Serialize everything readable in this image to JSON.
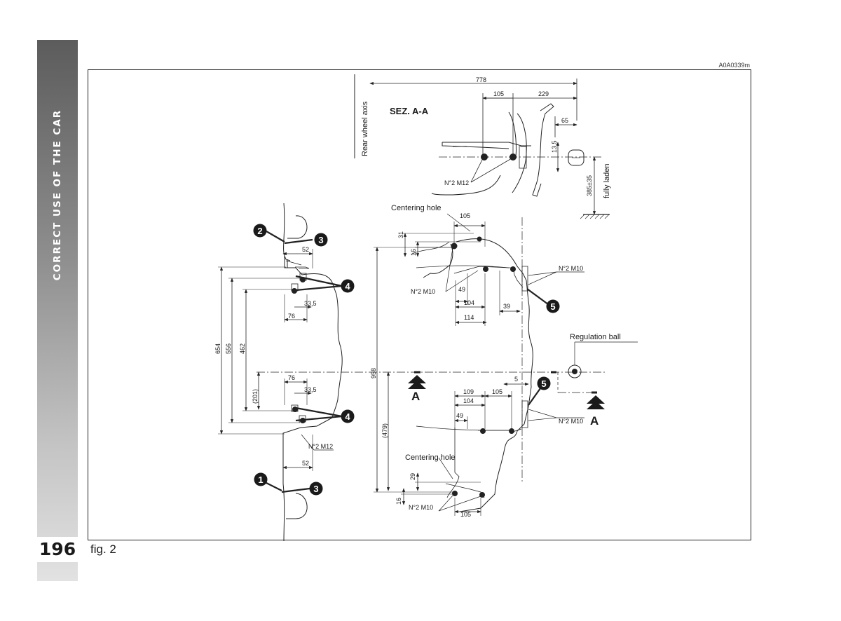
{
  "section_tab": {
    "title": "CORRECT USE OF THE CAR"
  },
  "page": {
    "number": "196"
  },
  "figure": {
    "code": "A0A0339m",
    "caption": "fig. 2",
    "section_title": "SEZ. A-A",
    "axis_label": "Rear wheel axis",
    "load_label": "fully laden",
    "centering_hole_label": "Centering hole",
    "regulation_ball_label": "Regulation ball",
    "section_marker": "A",
    "bolt_labels": {
      "m12": "N°2 M12",
      "m10": "N°2 M10"
    },
    "callouts": [
      "1",
      "2",
      "3",
      "4",
      "5"
    ],
    "dimensions": {
      "sec_778": "778",
      "sec_105": "105",
      "sec_229": "229",
      "sec_65": "65",
      "sec_13_5": "13,5",
      "sec_height": "385±35",
      "left_654": "654",
      "left_556": "556",
      "left_462": "462",
      "left_201": "(201)",
      "left_52": "52",
      "left_76": "76",
      "left_33_5": "33,5",
      "right_958": "958",
      "right_479": "(479)",
      "right_105": "105",
      "right_31": "31",
      "right_16": "16",
      "right_49": "49",
      "right_104": "104",
      "right_114": "114",
      "right_39": "39",
      "right_5": "5",
      "right_109": "109",
      "right_29": "29"
    }
  }
}
